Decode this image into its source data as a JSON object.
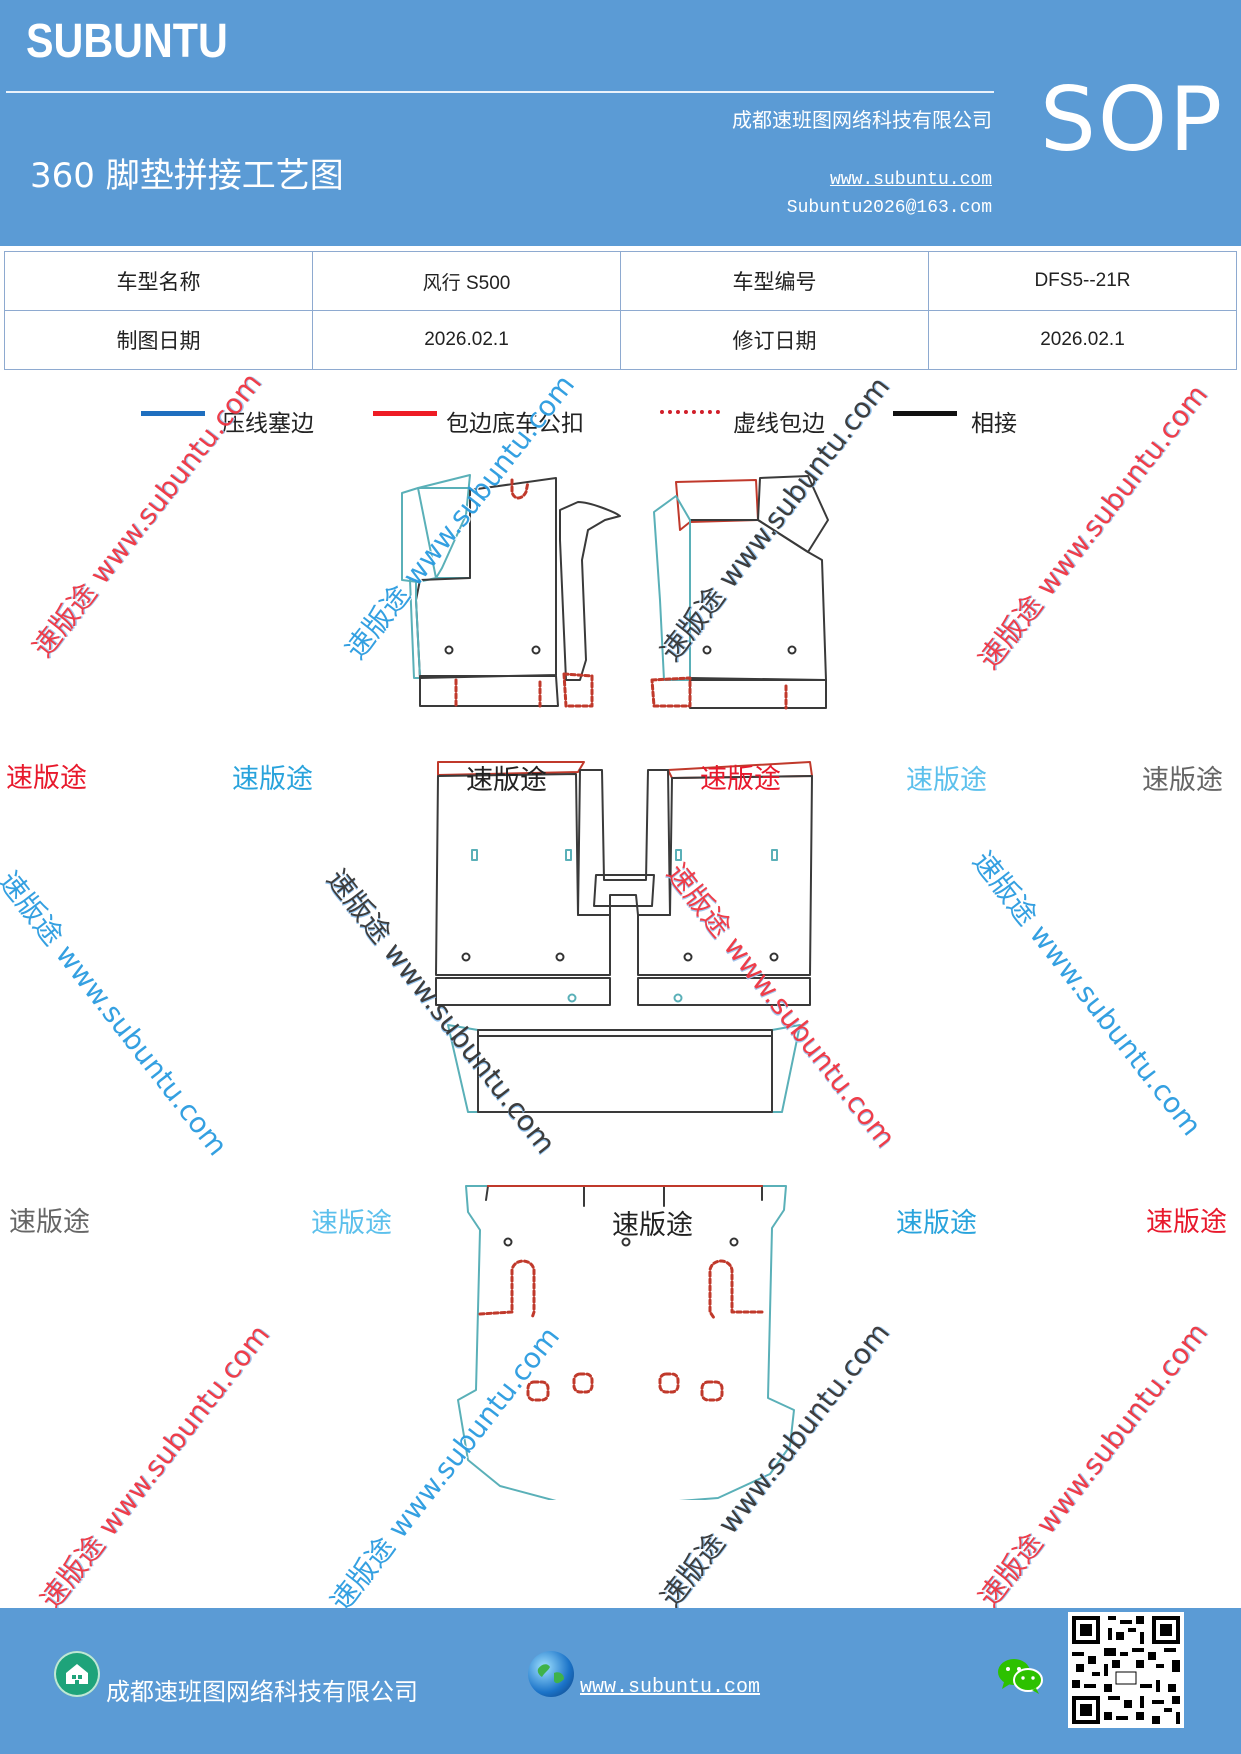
{
  "header": {
    "brand": "SUBUNTU",
    "title": "360 脚垫拼接工艺图",
    "company": "成都速班图网络科技有限公司",
    "website": "www.subuntu.com",
    "email": "Subuntu2026@163.com",
    "doc_type": "SOP"
  },
  "info_table": {
    "model_name_label": "车型名称",
    "model_name_value": "风行 S500",
    "model_code_label": "车型编号",
    "model_code_value": "DFS5--21R",
    "draw_date_label": "制图日期",
    "draw_date_value": "2026.02.1",
    "revise_date_label": "修订日期",
    "revise_date_value": "2026.02.1"
  },
  "legend": [
    {
      "label": "压线塞边",
      "color": "#1f6fbf"
    },
    {
      "label": "包边底车公扣",
      "color": "#ee1c25"
    },
    {
      "label": "虚线包边",
      "color": "#d11f2a"
    },
    {
      "label": "相接",
      "color": "#111111"
    }
  ],
  "watermarks": {
    "diag": "速版途 www.subuntu.com",
    "short": "速版途"
  },
  "footer": {
    "company": "成都速班图网络科技有限公司",
    "website": "www.subuntu.com"
  }
}
